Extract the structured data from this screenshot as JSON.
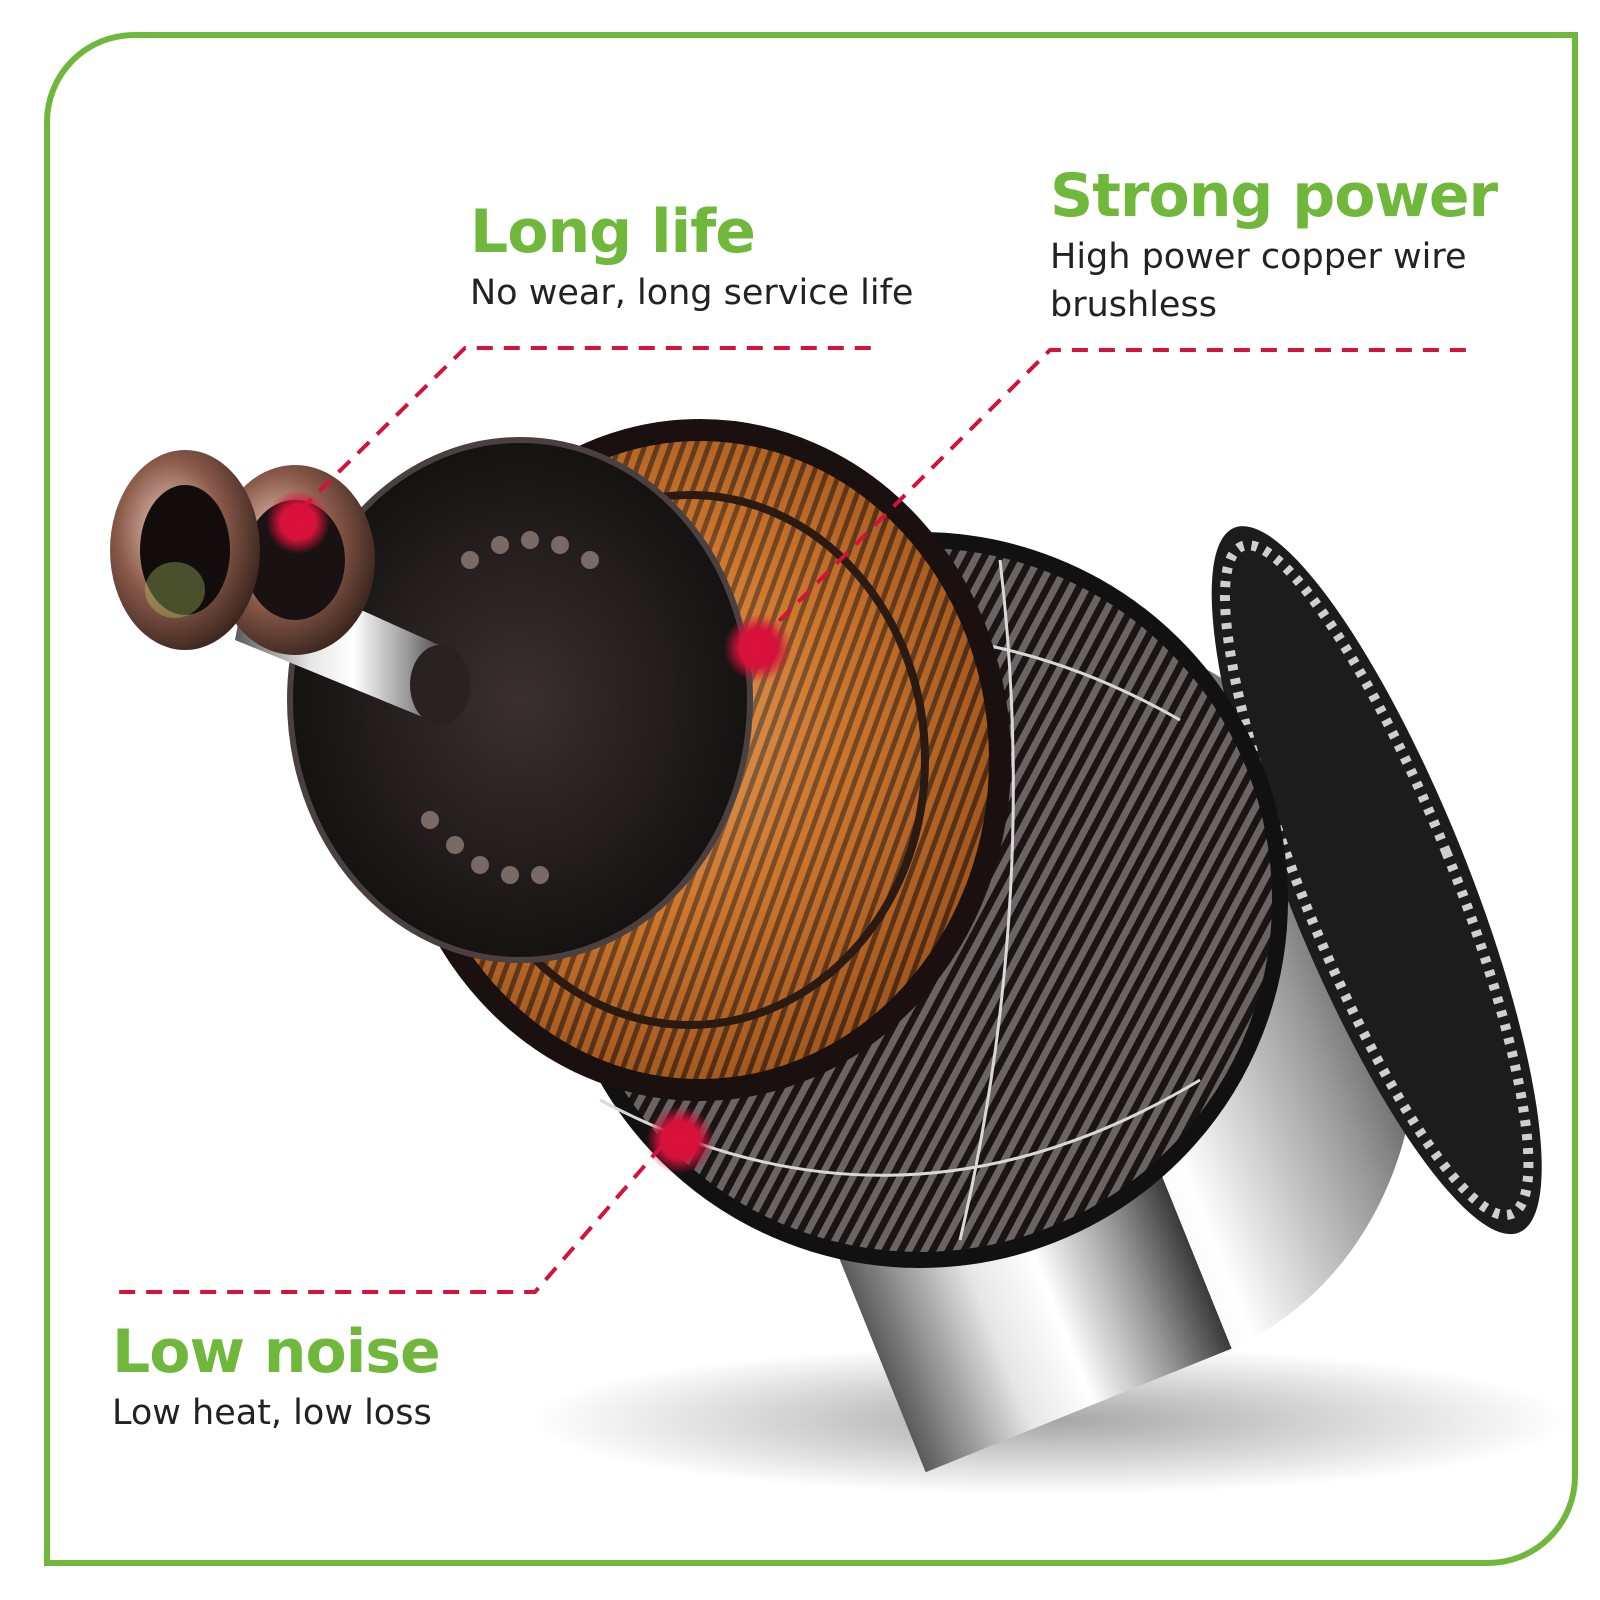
{
  "features": {
    "long_life": {
      "title": "Long life",
      "description": "No wear, long service life"
    },
    "strong_power": {
      "title": "Strong power",
      "description": "High power copper wire brushless"
    },
    "low_noise": {
      "title": "Low noise",
      "description": "Low heat, low loss"
    }
  },
  "colors": {
    "accent_green": "#6fb83c",
    "callout_red": "#d4123a"
  },
  "illustration": {
    "subject": "brushless-motor-icon"
  }
}
